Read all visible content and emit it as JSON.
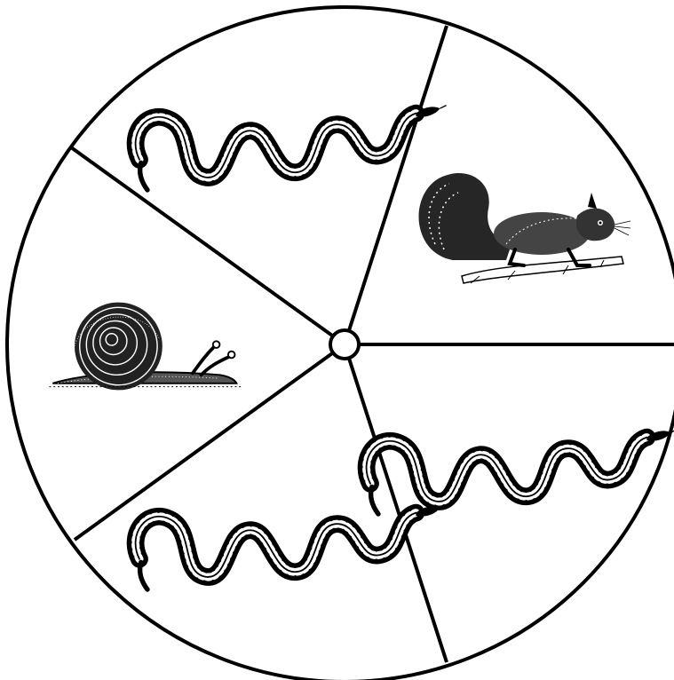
{
  "spinner": {
    "colors": {
      "line": "#000000",
      "background": "#ffffff"
    },
    "sectors": [
      {
        "animal": "squirrel",
        "icon": "squirrel-icon"
      },
      {
        "animal": "snake",
        "icon": "snake-icon"
      },
      {
        "animal": "snake",
        "icon": "snake-icon"
      },
      {
        "animal": "snail",
        "icon": "snail-icon"
      },
      {
        "animal": "snake",
        "icon": "snake-icon"
      }
    ]
  }
}
